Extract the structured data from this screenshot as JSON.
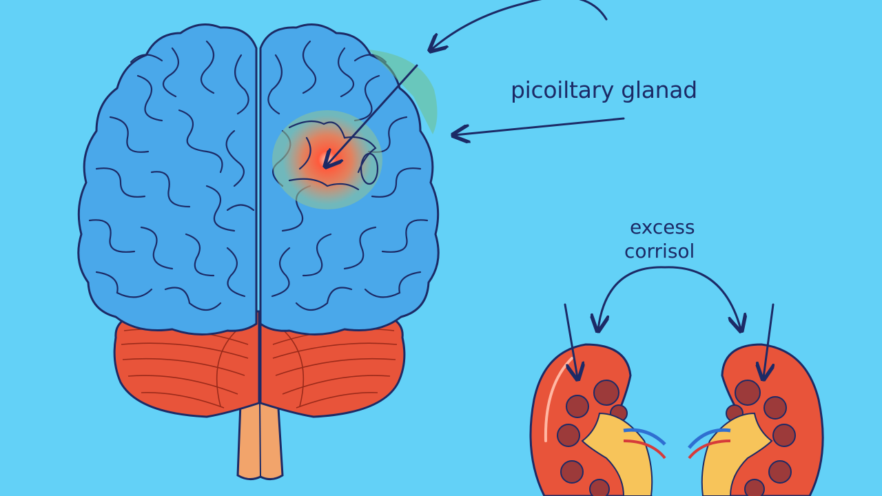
{
  "labels": {
    "pituitary": "picoiltary glanad",
    "excess": "excess",
    "cortisol": "corrisol"
  },
  "colors": {
    "background": "#63d1f7",
    "brain": "#4aa8ea",
    "outline": "#1c2a66",
    "cerebellum": "#e8543a",
    "brainstem": "#f2a46b",
    "kidney": "#e8543a",
    "medulla": "#f7c45a",
    "hotspot": "#ff5a3c"
  }
}
